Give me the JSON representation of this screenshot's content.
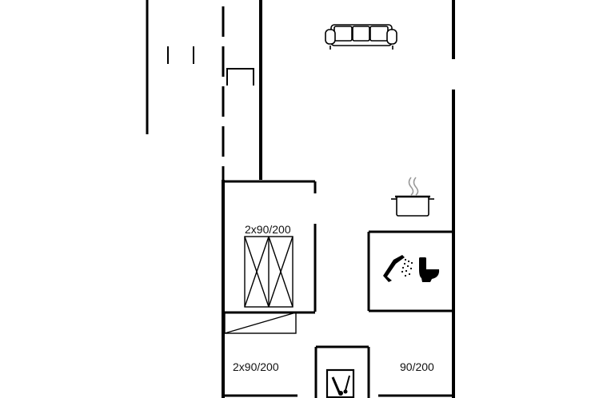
{
  "floorplan": {
    "labels": {
      "bed_upper": "2x90/200",
      "bed_lower_left": "2x90/200",
      "bed_lower_right": "90/200"
    },
    "icons": [
      "sofa-icon",
      "cooking-pot-icon",
      "shower-icon",
      "toilet-icon",
      "washbasin-icon"
    ],
    "colors": {
      "wall": "#000000",
      "background": "#ffffff"
    }
  }
}
